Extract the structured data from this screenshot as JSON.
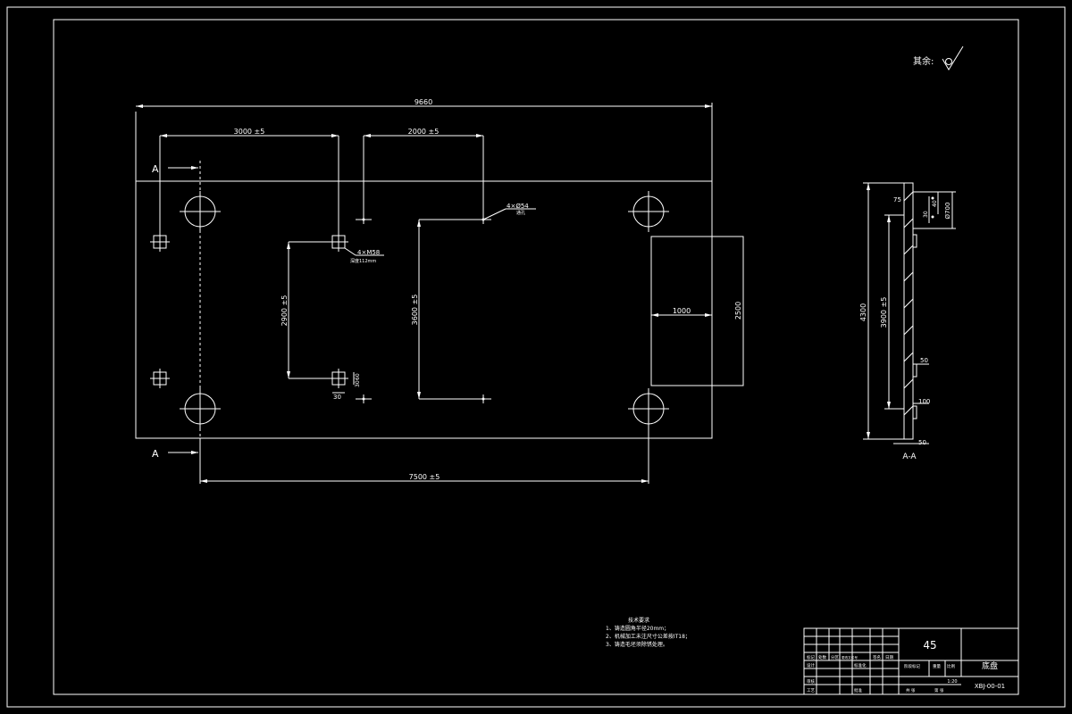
{
  "roughness": {
    "label": "其余:"
  },
  "plan": {
    "dim_total_width": "9660",
    "dim_left_spacing": "3000 ±5",
    "dim_mid_spacing": "2000 ±5",
    "dim_bottom_spacing": "7500 ±5",
    "dim_left_height": "2900 ±5",
    "dim_mid_height": "3600 ±5",
    "dim_cut_width": "1000",
    "dim_cut_height": "2500",
    "hole_callout": "4×Ø54",
    "hole_callout_sub": "通孔",
    "thread_callout": "4×M58",
    "thread_callout_sub": "深度112mm",
    "dim_square_side": "30",
    "dim_square_small_a": "60",
    "dim_square_small_b": "30",
    "section_a_top": "A",
    "section_a_bottom": "A"
  },
  "section_view": {
    "title": "A-A",
    "dim_overall_height": "4300",
    "dim_inner_height": "3900 ±5",
    "dim_dia": "Ø700",
    "dim_small_a": "50",
    "dim_small_b": "100",
    "dim_small_c": "50",
    "dim_top_a": "75",
    "dim_top_b": "40",
    "dim_top_c": "30"
  },
  "tech_notes": {
    "title": "技术要求",
    "items": [
      "1、铸造圆角半径20mm；",
      "2、机械加工未注尺寸公差按IT18；",
      "3、铸造毛坯须除锈处理。"
    ]
  },
  "title_block": {
    "material": "45",
    "part_name": "底盘",
    "drawing_no": "XBJ-00-01",
    "scale": "1:20",
    "hdr_mark": "标记",
    "hdr_count": "处数",
    "hdr_zone": "分区",
    "hdr_doc": "更改文件号",
    "hdr_sign": "签名",
    "hdr_date": "日期",
    "row_design": "设计",
    "row_std": "标准化",
    "row_stage": "阶段标记",
    "row_weight": "重量",
    "row_scale": "比例",
    "row_audit": "审核",
    "row_process": "工艺",
    "row_approve": "批准",
    "sheet_total": "共  张",
    "sheet_no": "第  张"
  }
}
